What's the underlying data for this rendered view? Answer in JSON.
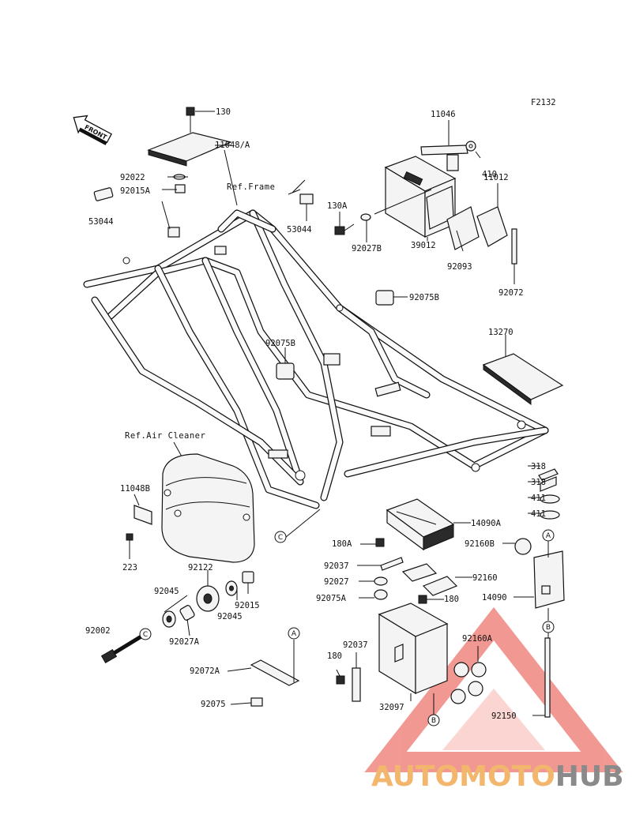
{
  "diagram_code": "F2132",
  "front_label": "FRONT",
  "reference_labels": {
    "frame": "Ref.Frame",
    "air_cleaner": "Ref.Air Cleaner"
  },
  "connectors": [
    "A",
    "B",
    "C"
  ],
  "parts": {
    "p130": "130",
    "p11048A": "11048/A",
    "p92022": "92022",
    "p92015A": "92015A",
    "p53044_left": "53044",
    "p53044_right": "53044",
    "p11046": "11046",
    "p410": "410",
    "p130A": "130A",
    "p92027B": "92027B",
    "p39012": "39012",
    "p11012": "11012",
    "p92093": "92093",
    "p92072": "92072",
    "p92075B_top": "92075B",
    "p92075B_mid": "92075B",
    "p13270": "13270",
    "p11048B": "11048B",
    "p223": "223",
    "p92122": "92122",
    "p92045_a": "92045",
    "p92045_b": "92045",
    "p92015": "92015",
    "p92002": "92002",
    "p92027A": "92027A",
    "p92072A": "92072A",
    "p92075": "92075",
    "p318_a": "318",
    "p318_b": "318",
    "p411_a": "411",
    "p411_b": "411",
    "p14090A": "14090A",
    "p180A": "180A",
    "p92160B": "92160B",
    "p92037_a": "92037",
    "p92160": "92160",
    "p92027": "92027",
    "p14090": "14090",
    "p92075A": "92075A",
    "p180_a": "180",
    "p92037_b": "92037",
    "p92160A": "92160A",
    "p180_b": "180",
    "p32097": "32097",
    "p92150": "92150"
  },
  "watermark": {
    "auto": "AUTO",
    "moto": "MOTO",
    "hub": "HUB",
    "triangle_color": "#e8453c",
    "auto_color": "#f2b66d",
    "hub_color": "#8a8a8a"
  }
}
